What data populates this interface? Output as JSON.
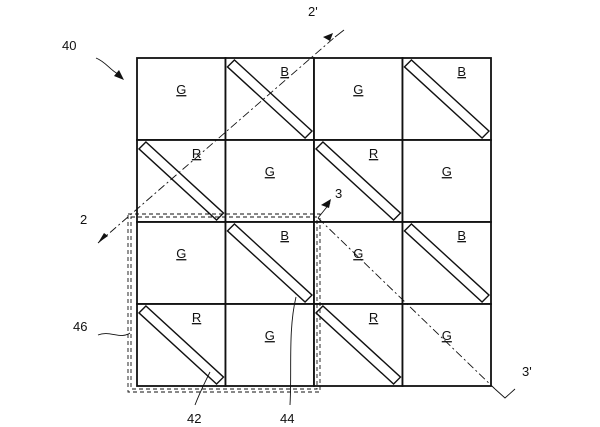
{
  "figure": {
    "labels": {
      "ref_40": "40",
      "ref_46": "46",
      "ref_42": "42",
      "ref_44": "44",
      "section_2": "2",
      "section_2_prime": "2'",
      "section_3": "3",
      "section_3_prime": "3'"
    },
    "grid": {
      "rows": [
        [
          {
            "color": "G",
            "strip": false
          },
          {
            "color": "B",
            "strip": true
          },
          {
            "color": "G",
            "strip": false
          },
          {
            "color": "B",
            "strip": true
          }
        ],
        [
          {
            "color": "R",
            "strip": true
          },
          {
            "color": "G",
            "strip": false
          },
          {
            "color": "R",
            "strip": true
          },
          {
            "color": "G",
            "strip": false
          }
        ],
        [
          {
            "color": "G",
            "strip": false
          },
          {
            "color": "B",
            "strip": true
          },
          {
            "color": "G",
            "strip": false
          },
          {
            "color": "B",
            "strip": true
          }
        ],
        [
          {
            "color": "R",
            "strip": true
          },
          {
            "color": "G",
            "strip": false
          },
          {
            "color": "R",
            "strip": true
          },
          {
            "color": "G",
            "strip": false
          }
        ]
      ]
    }
  }
}
